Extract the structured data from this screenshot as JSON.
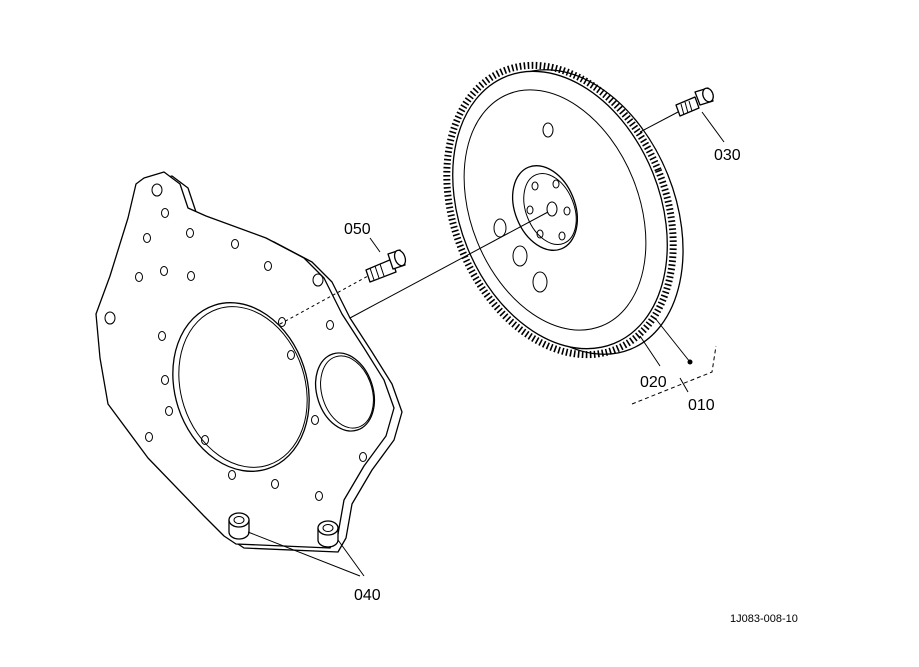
{
  "labels": {
    "part_010": "010",
    "part_020": "020",
    "part_030": "030",
    "part_040": "040",
    "part_050": "050"
  },
  "reference_code": "1J083-008-10",
  "colors": {
    "line": "#000000",
    "background": "#ffffff"
  }
}
